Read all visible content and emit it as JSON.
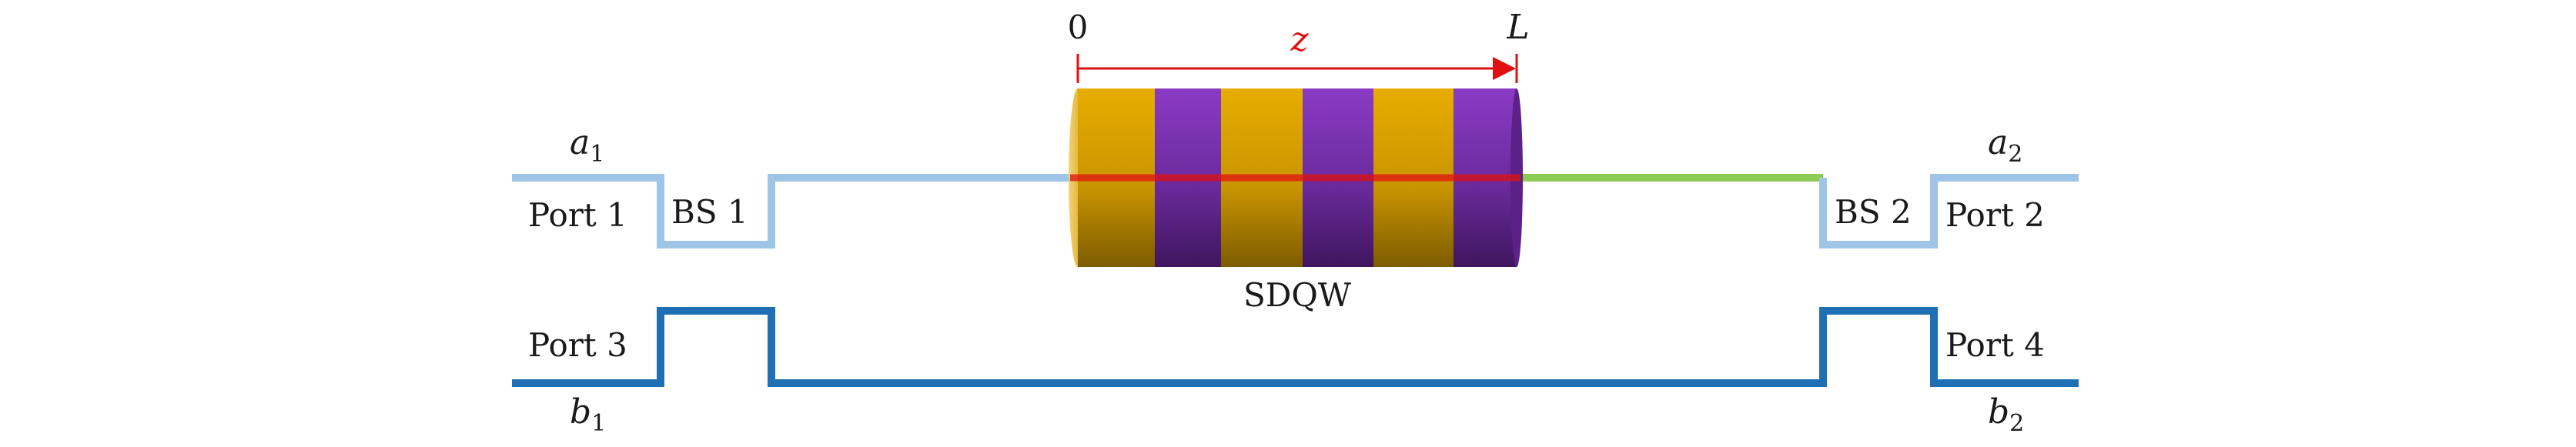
{
  "labels": {
    "port1": "Port 1",
    "port2": "Port 2",
    "port3": "Port 3",
    "port4": "Port 4",
    "bs1": "BS 1",
    "bs2": "BS 2",
    "sdqw": "SDQW",
    "a1": {
      "base": "a",
      "sub": "1"
    },
    "a2": {
      "base": "a",
      "sub": "2"
    },
    "b1": {
      "base": "b",
      "sub": "1"
    },
    "b2": {
      "base": "b",
      "sub": "2"
    },
    "z_start": "0",
    "z_end": "L",
    "z_var": "z"
  },
  "colors": {
    "upper_arm": "#9ec5e6",
    "lower_arm": "#1f6fb5",
    "output_arm": "#8ccc55",
    "axis": "#e01010",
    "gold": "#d7a000",
    "purple": "#7a2fb0"
  },
  "cylinder": {
    "segments": [
      "gold",
      "purple",
      "gold",
      "purple",
      "gold",
      "purple"
    ]
  }
}
